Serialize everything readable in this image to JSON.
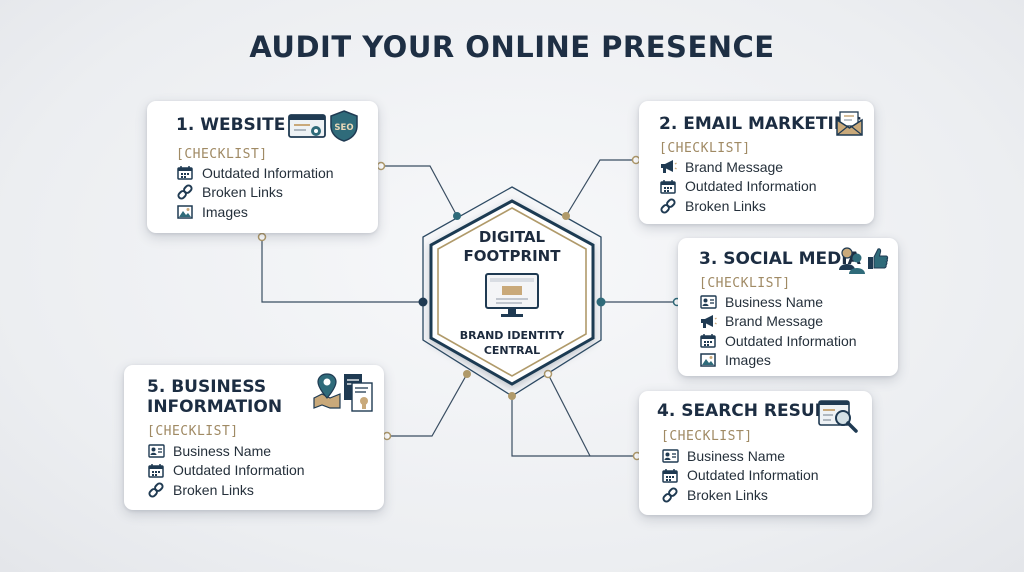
{
  "title": "AUDIT YOUR ONLINE PRESENCE",
  "colors": {
    "navy": "#1f3a52",
    "teal": "#2f6b7a",
    "gold": "#b09a6a",
    "checklist": "#a08a64"
  },
  "center": {
    "title_line1": "DIGITAL",
    "title_line2": "FOOTPRINT",
    "subtitle_line1": "BRAND IDENTITY",
    "subtitle_line2": "CENTRAL",
    "icon": "monitor-icon"
  },
  "cards": {
    "website": {
      "title": "1. WEBSITE",
      "header_icons": [
        "browser-icon",
        "seo-shield-icon"
      ],
      "seo_text": "SEO",
      "checklist_label": "[CHECKLIST]",
      "items": [
        {
          "label": "Outdated Information",
          "icon": "calendar-icon"
        },
        {
          "label": "Broken Links",
          "icon": "link-icon"
        },
        {
          "label": "Images",
          "icon": "image-icon"
        }
      ]
    },
    "email": {
      "title": "2. EMAIL MARKETING",
      "header_icons": [
        "envelope-icon"
      ],
      "checklist_label": "[CHECKLIST]",
      "items": [
        {
          "label": "Brand Message",
          "icon": "megaphone-icon"
        },
        {
          "label": "Outdated Information",
          "icon": "calendar-icon"
        },
        {
          "label": "Broken Links",
          "icon": "link-icon"
        }
      ]
    },
    "social": {
      "title": "3. SOCIAL MEDIA",
      "header_icons": [
        "people-icon",
        "thumbs-up-icon"
      ],
      "checklist_label": "[CHECKLIST]",
      "items": [
        {
          "label": "Business Name",
          "icon": "id-card-icon"
        },
        {
          "label": "Brand Message",
          "icon": "megaphone-icon"
        },
        {
          "label": "Outdated Information",
          "icon": "calendar-icon"
        },
        {
          "label": "Images",
          "icon": "image-icon"
        }
      ]
    },
    "search": {
      "title": "4. SEARCH RESULTS",
      "header_icons": [
        "search-results-icon"
      ],
      "checklist_label": "[CHECKLIST]",
      "items": [
        {
          "label": "Business Name",
          "icon": "id-card-icon"
        },
        {
          "label": "Outdated Information",
          "icon": "calendar-icon"
        },
        {
          "label": "Broken Links",
          "icon": "link-icon"
        }
      ]
    },
    "business": {
      "title": "5. BUSINESS INFORMATION",
      "header_icons": [
        "map-pin-icon",
        "documents-icon"
      ],
      "checklist_label": "[CHECKLIST]",
      "items": [
        {
          "label": "Business Name",
          "icon": "id-card-icon"
        },
        {
          "label": "Outdated Information",
          "icon": "calendar-icon"
        },
        {
          "label": "Broken Links",
          "icon": "link-icon"
        }
      ]
    }
  }
}
